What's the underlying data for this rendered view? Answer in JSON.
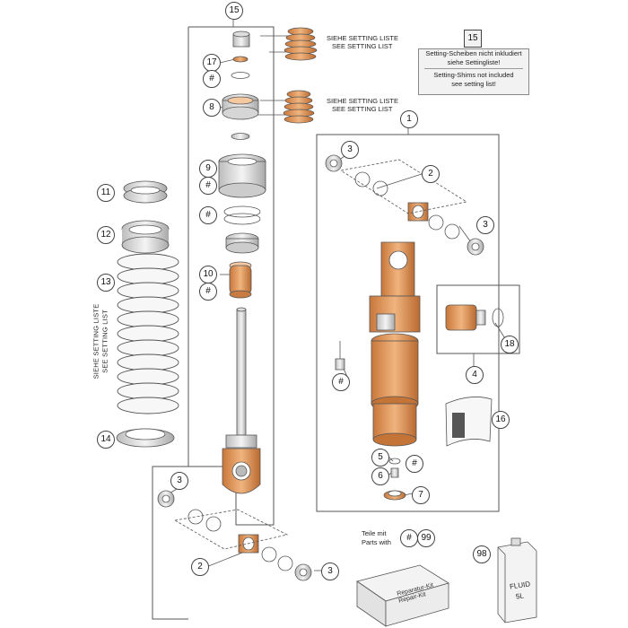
{
  "callouts": {
    "c15_top": "15",
    "c17": "17",
    "c_hash_a": "#",
    "c8": "8",
    "c9": "9",
    "c_hash_b": "#",
    "c_hash_c": "#",
    "c10": "10",
    "c_hash_d": "#",
    "c11": "11",
    "c12": "12",
    "c13": "13",
    "c14": "14",
    "c1": "1",
    "c3_a": "3",
    "c2_a": "2",
    "c3_b": "3",
    "c18": "18",
    "c4": "4",
    "c_hash_e": "#",
    "c16": "16",
    "c5": "5",
    "c_hash_f": "#",
    "c6": "6",
    "c7": "7",
    "c3_c": "3",
    "c2_b": "2",
    "c3_d": "3",
    "c_hash_g": "#",
    "c99": "99",
    "c98": "98",
    "c15_note": "15"
  },
  "labels": {
    "setting_list_de_1": "SIEHE SETTING LISTE",
    "setting_list_en_1": "SEE SETTING LIST",
    "setting_list_de_2": "SIEHE SETTING LISTE",
    "setting_list_en_2": "SEE SETTING LIST",
    "setting_list_vertical_de": "SIEHE SETTING LISTE",
    "setting_list_vertical_en": "SEE SETTING LIST",
    "parts_with_de": "Teile mit",
    "parts_with_en": "Parts with",
    "repair_kit_de": "Reparatur-Kit",
    "repair_kit_en": "Repair-Kit",
    "fluid": "FLUID",
    "fluid_volume": "5L"
  },
  "note": {
    "de_line1": "Setting-Scheiben nicht inkludiert",
    "de_line2": "siehe Settingliste!",
    "en_line1": "Setting-Shims not included",
    "en_line2": "see setting list!"
  },
  "colors": {
    "line": "#555555",
    "part_fill": "#e9e9e9",
    "accent_fill": "#d98a4a",
    "note_bg": "#f2f2f2"
  }
}
